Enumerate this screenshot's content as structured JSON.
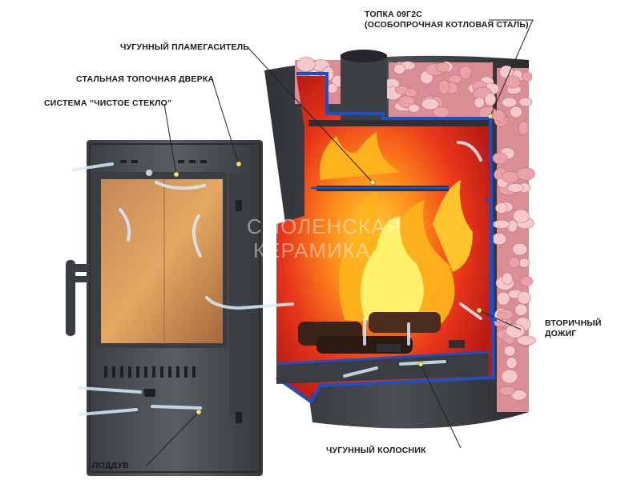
{
  "labels": {
    "firebox_steel": {
      "line1": "ТОПКА 09Г2С",
      "line2": "(ОСОБОПРОЧНАЯ КОТЛОВАЯ СТАЛЬ)"
    },
    "flame_arrester": "ЧУГУННЫЙ ПЛАМЕГАСИТЕЛЬ",
    "steel_door": "СТАЛЬНАЯ ТОПОЧНАЯ ДВЕРКА",
    "clean_glass": "СИСТЕМА “ЧИСТОЕ СТЕКЛО”",
    "secondary_burn": {
      "line1": "ВТОРИЧНЫЙ",
      "line2": "ДОЖИГ"
    },
    "grate": "ЧУГУННЫЙ КОЛОСНИК",
    "air_supply": "ПОДДУВ"
  },
  "watermark": {
    "line1": "СМОЛЕНСКАЯ",
    "line2": "КЕРАМИКА"
  },
  "colors": {
    "steel": "#4a4d51",
    "steel_dark": "#2c2e31",
    "firebox_red": "#d0261c",
    "liner_blue": "#1f4fc4",
    "stone": "#e9a3a8",
    "air_arrow": "#cfe8f7",
    "callout_dot": "#f3e77a"
  }
}
